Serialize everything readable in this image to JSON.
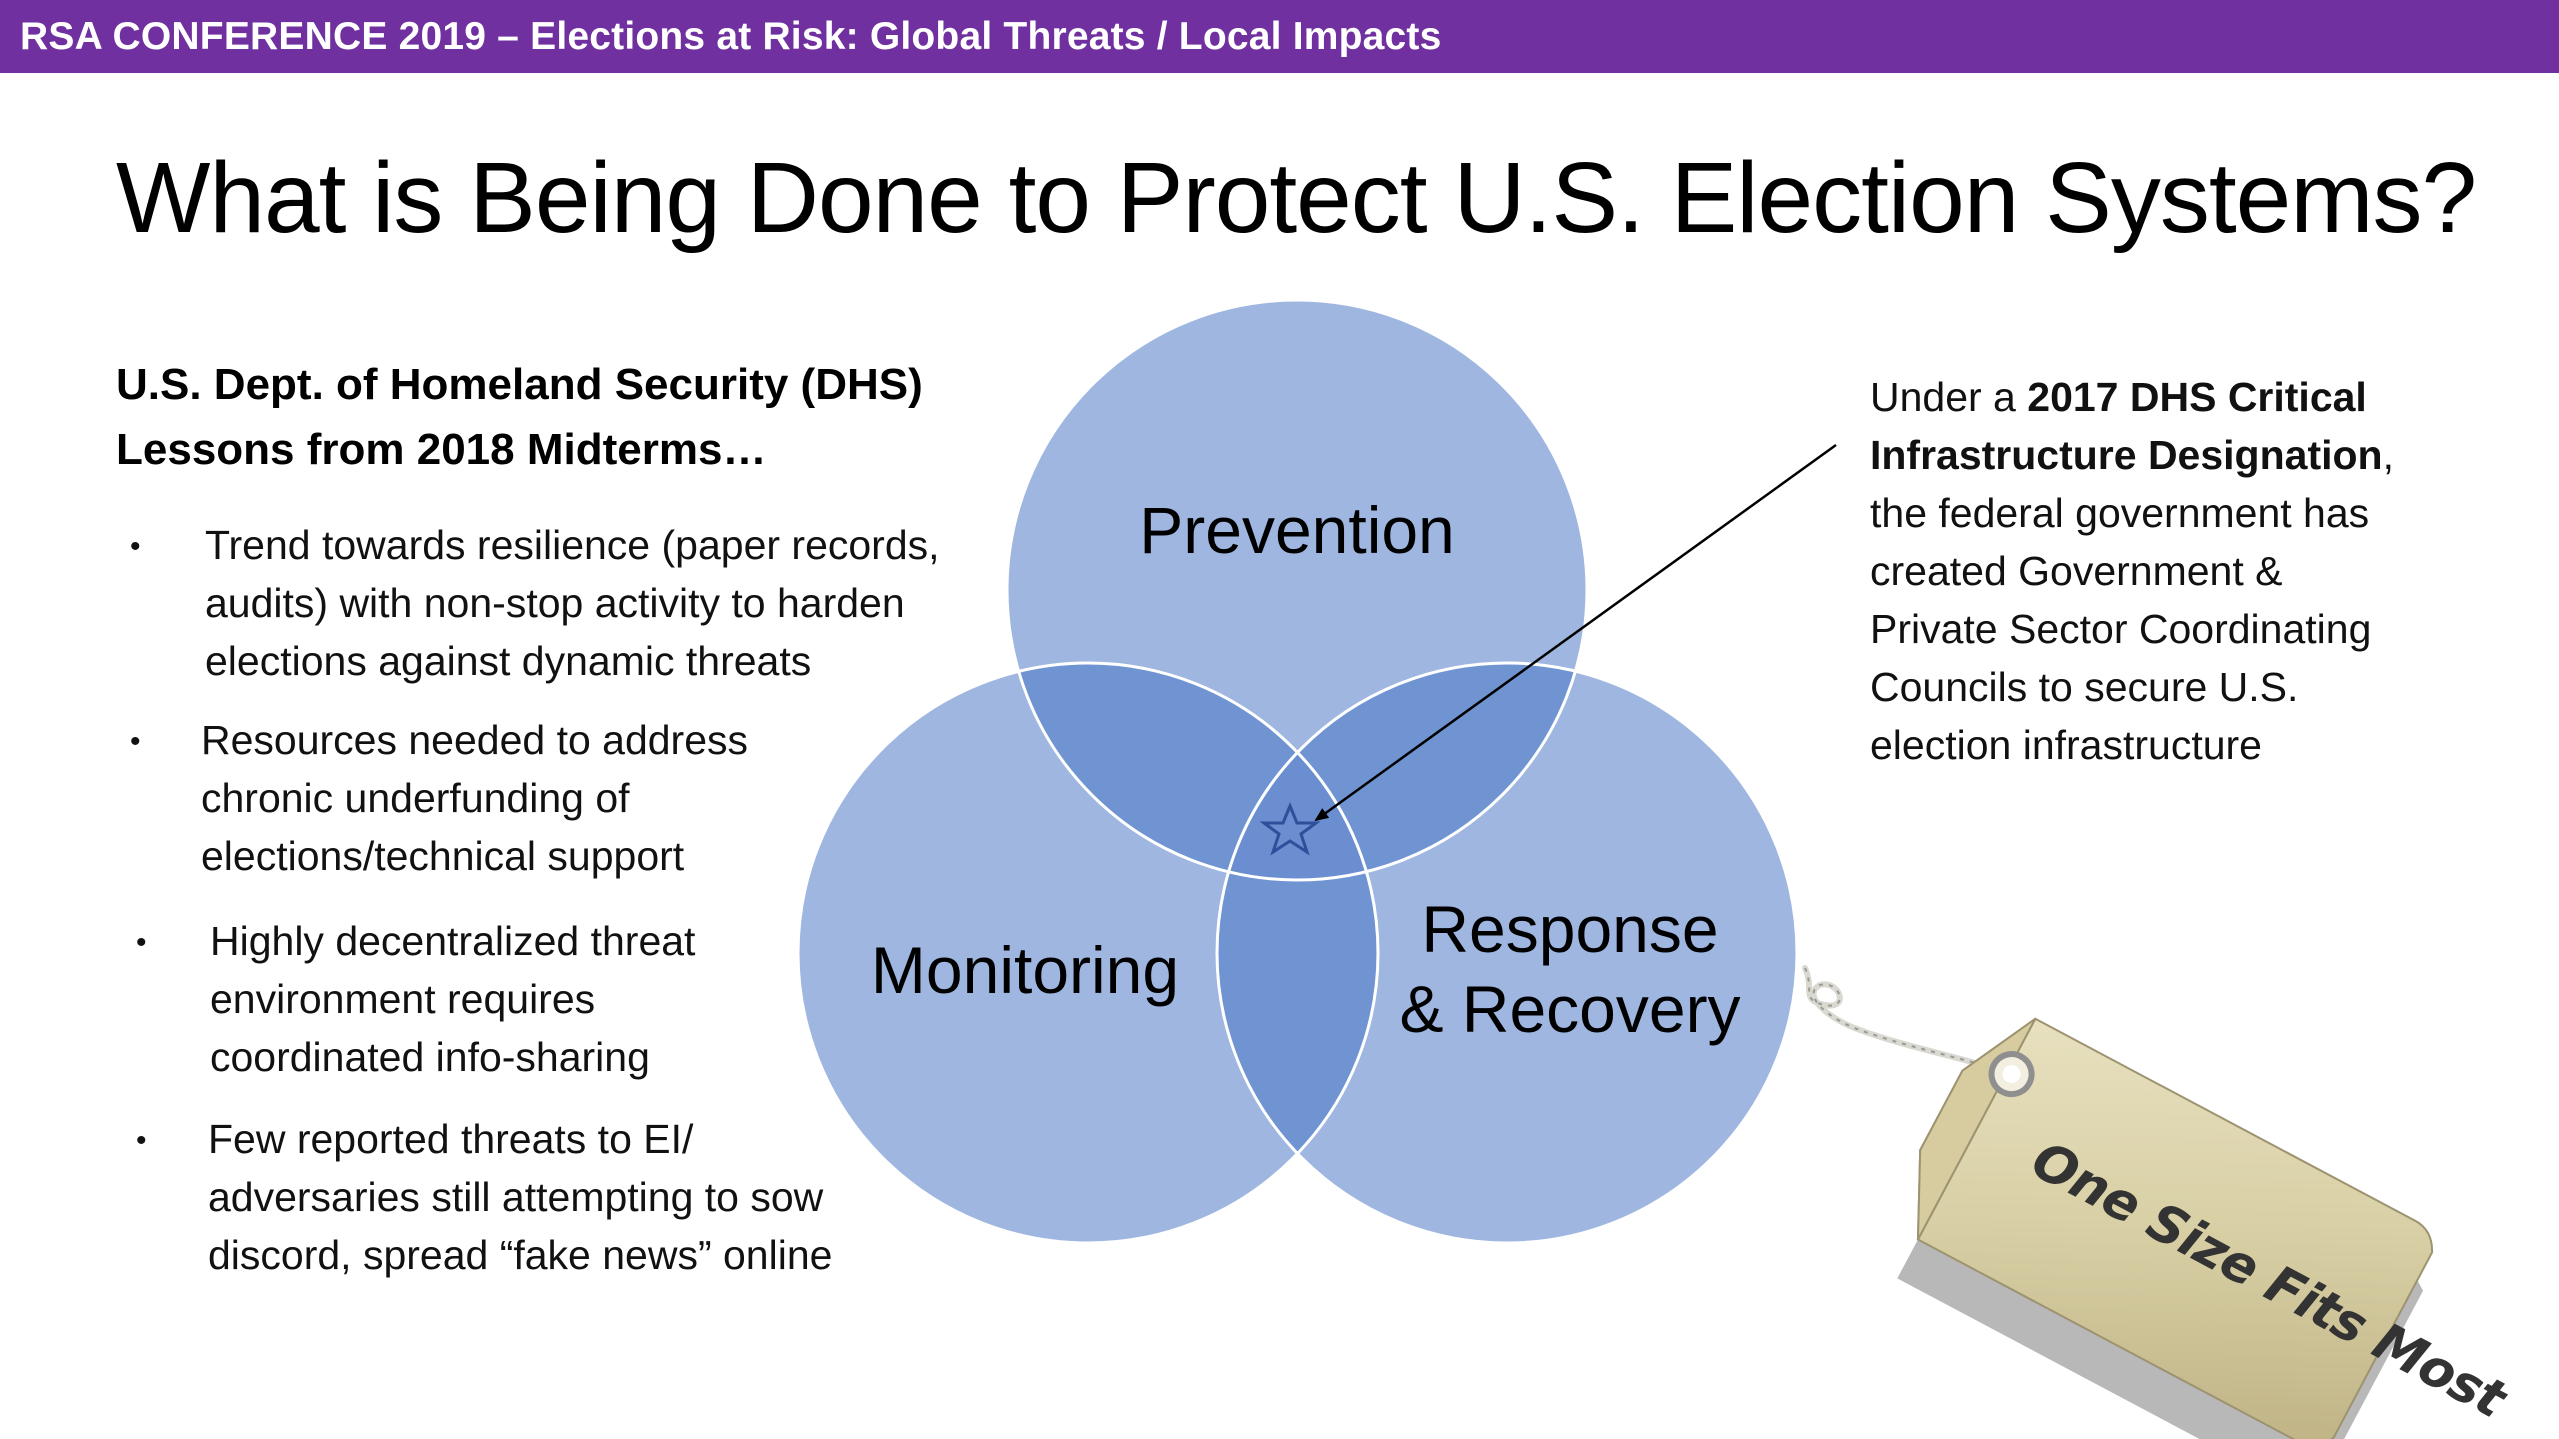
{
  "header": {
    "banner": "RSA CONFERENCE 2019 – Elections at Risk:  Global Threats / Local Impacts",
    "banner_color": "#7030a0"
  },
  "title": "What is Being Done to Protect U.S. Election Systems?",
  "left_panel": {
    "heading_line1": "U.S. Dept. of Homeland Security (DHS)",
    "heading_line2": "Lessons from 2018 Midterms…",
    "bullets": [
      {
        "lines": [
          "Trend towards resilience (paper records,",
          "audits) with non-stop activity to harden",
          "elections against dynamic threats"
        ]
      },
      {
        "lines": [
          "Resources needed to address",
          "chronic underfunding of",
          "elections/technical support"
        ]
      },
      {
        "lines": [
          "Highly decentralized threat",
          "environment requires",
          "coordinated info-sharing"
        ]
      },
      {
        "lines": [
          "Few reported threats to EI/",
          "adversaries still attempting to sow",
          "discord, spread “fake news” online"
        ]
      }
    ],
    "bullet_glyph": "•"
  },
  "venn": {
    "circles": [
      "Prevention",
      "Monitoring",
      "Response",
      "& Recovery"
    ],
    "fill_color": "#9fb6e0",
    "overlap_color": "#7094d2",
    "center_icon": "star-icon"
  },
  "callout": {
    "prefix": "Under a ",
    "bold_line1": "2017 DHS Critical",
    "bold_line2": "Infrastructure Designation",
    "suffix": ",",
    "lines": [
      "the federal government has",
      "created Government &",
      "Private Sector Coordinating",
      "Councils to secure U.S.",
      "election infrastructure"
    ]
  },
  "tag": {
    "text": "One Size Fits Most",
    "icon": "price-tag-icon"
  }
}
